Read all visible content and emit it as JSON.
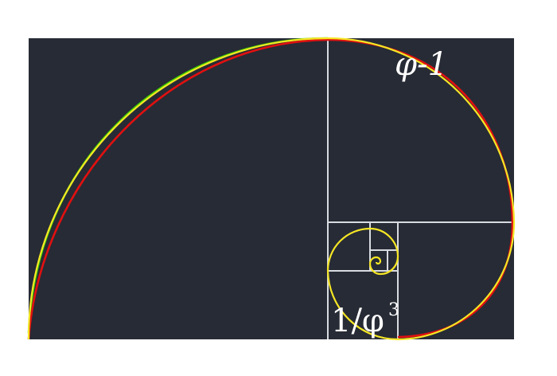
{
  "diagram": {
    "background_color": "#ffffff",
    "panel_color": "#272b35",
    "grid_line_color": "#d8dbe0",
    "labels": {
      "phi_minus_one": "φ-1",
      "inverse_phi_cubed_base": "1/φ",
      "inverse_phi_cubed_exponent": "3"
    },
    "curves": [
      {
        "name": "green-curve",
        "color": "#3fd400"
      },
      {
        "name": "red-curve",
        "color": "#e01010"
      },
      {
        "name": "yellow-spiral",
        "color": "#f5e625"
      }
    ]
  }
}
